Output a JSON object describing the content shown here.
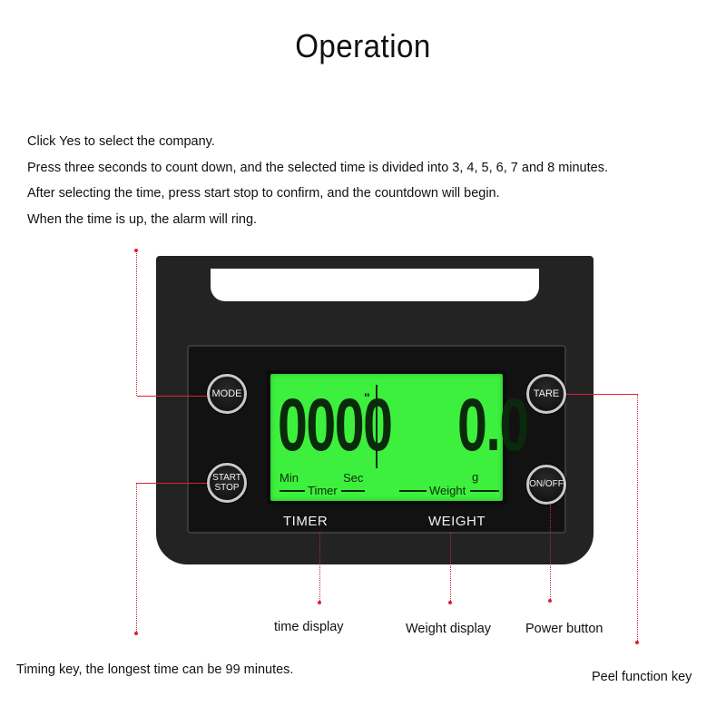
{
  "title": "Operation",
  "instructions": [
    "Click Yes to select the company.",
    "Press three seconds to count down, and the selected time is divided into 3, 4, 5, 6, 7 and 8 minutes.",
    "After selecting the time, press start stop to confirm, and the countdown will begin.",
    "When the time is up, the alarm will ring."
  ],
  "buttons": {
    "mode": "MODE",
    "start_stop_line1": "START",
    "start_stop_line2": "STOP",
    "tare": "TARE",
    "onoff": "ON/OFF"
  },
  "lcd": {
    "timer_digits": "0000",
    "weight_digits": "0.0",
    "sec_mark": "\"",
    "min_label": "Min",
    "sec_label": "Sec",
    "timer_label": "Timer",
    "weight_label": "Weight",
    "unit": "g"
  },
  "panel_labels": {
    "timer": "TIMER",
    "weight": "WEIGHT"
  },
  "callouts": {
    "time_display": "time display",
    "weight_display": "Weight display",
    "power_button": "Power button",
    "timing_key": "Timing key, the longest time can be 99 minutes.",
    "peel_key": "Peel function key"
  },
  "colors": {
    "lcd_backlight": "#3ef03e",
    "callout_lines": "#e0203a",
    "scale_body": "#232323"
  }
}
